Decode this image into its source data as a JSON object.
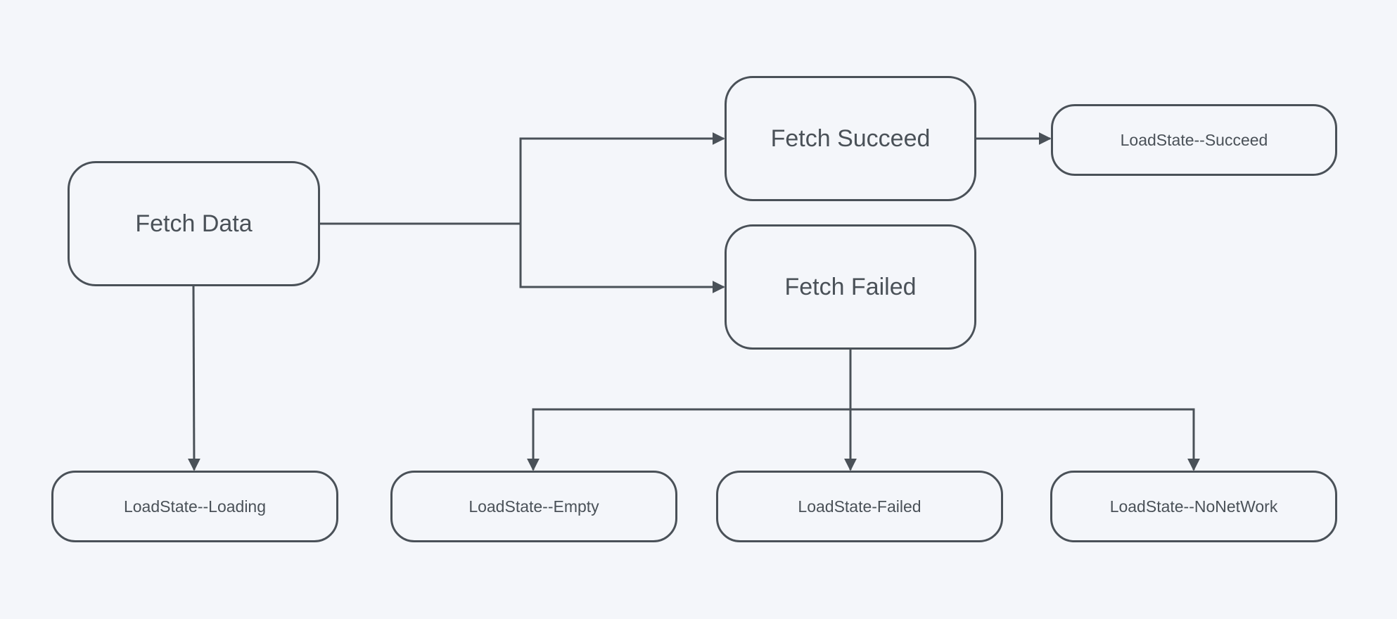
{
  "colors": {
    "background": "#f4f6fa",
    "stroke": "#4a5158",
    "text": "#4a5158"
  },
  "nodes": {
    "fetch_data": "Fetch Data",
    "fetch_succeed": "Fetch Succeed",
    "fetch_failed": "Fetch Failed",
    "loadstate_succeed": "LoadState--Succeed",
    "loadstate_loading": "LoadState--Loading",
    "loadstate_empty": "LoadState--Empty",
    "loadstate_failed": "LoadState-Failed",
    "loadstate_nonetwork": "LoadState--NoNetWork"
  },
  "edges": [
    {
      "from": "fetch_data",
      "to": "fetch_succeed"
    },
    {
      "from": "fetch_data",
      "to": "fetch_failed"
    },
    {
      "from": "fetch_data",
      "to": "loadstate_loading"
    },
    {
      "from": "fetch_succeed",
      "to": "loadstate_succeed"
    },
    {
      "from": "fetch_failed",
      "to": "loadstate_empty"
    },
    {
      "from": "fetch_failed",
      "to": "loadstate_failed"
    },
    {
      "from": "fetch_failed",
      "to": "loadstate_nonetwork"
    }
  ]
}
